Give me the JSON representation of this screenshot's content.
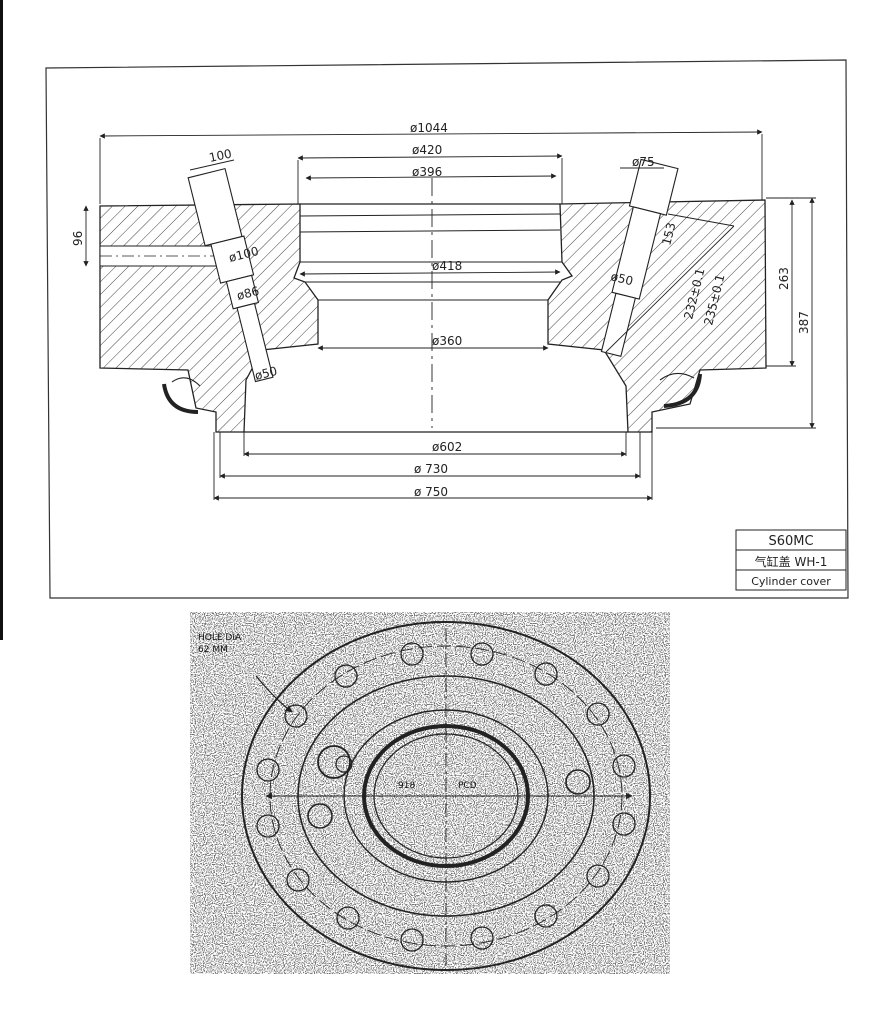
{
  "drawing": {
    "dimensions": {
      "d1044": "ø1044",
      "d420": "ø420",
      "d396": "ø396",
      "d418": "ø418",
      "d360": "ø360",
      "d602": "ø602",
      "d730": "ø 730",
      "d750": "ø 750",
      "len100": "100",
      "h96": "96",
      "bore100": "ø100",
      "bore86": "ø86",
      "bore50_left": "ø50",
      "bore75": "ø75",
      "bore50_right": "ø50",
      "len153": "153",
      "r232": "232±0.1",
      "r235": "235±0.1",
      "h263": "263",
      "h387": "387"
    },
    "title_block": {
      "model": "S60MC",
      "name_cn": "气缸盖 WH-1",
      "name_en": "Cylinder cover"
    }
  },
  "scan": {
    "hole_dia_label": "HOLE DIA",
    "hole_dia_value": "62  MM",
    "pcd_value": "918",
    "pcd_label": "PCD"
  }
}
